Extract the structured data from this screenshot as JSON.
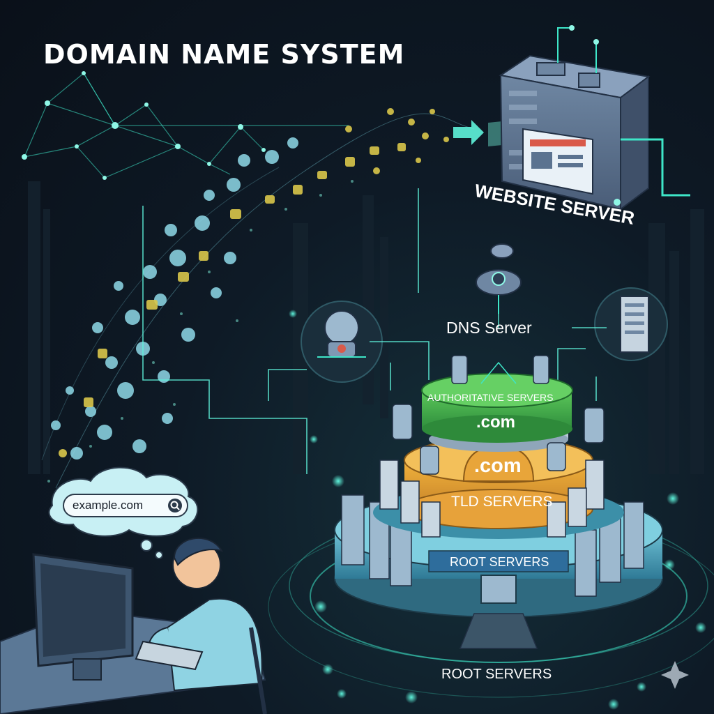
{
  "title": "DOMAIN NAME SYSTEM",
  "labels": {
    "website_server": "WEBSITE SERVER",
    "dns_server": "DNS Server",
    "authoritative_servers": "AUTHORITATIVE SERVERS",
    "com_top": ".com",
    "com_cloud": ".com",
    "tld_servers": "TLD SERVERS",
    "root_servers_ring": "ROOT SERVERS",
    "root_servers_bottom": "ROOT SERVERS"
  },
  "search": {
    "query": "example.com",
    "icon": "magnifier-icon"
  },
  "colors": {
    "background": "#0d1420",
    "accent_glow": "#3ee6c8",
    "authoritative_tier": "#3fae4a",
    "tld_tier": "#e3a531",
    "root_tier": "#3d8fb5",
    "data_particles_yellow": "#d9c64a",
    "data_particles_blue": "#7fd6e6"
  }
}
